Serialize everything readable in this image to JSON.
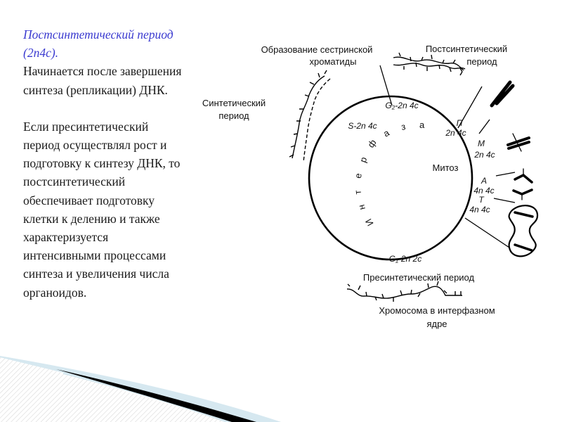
{
  "slide": {
    "text": {
      "heading": "Постсинтетический период (2n4c).",
      "intro": "Начинается после завершения синтеза (репликации) ДНК.",
      "body": "Если пресинтетический период осуществлял рост и подготовку к синтезу ДНК, то постсинтетический обеспечивает подготовку клетки к делению и также характеризуется интенсивными процессами синтеза и увеличения числа органоидов."
    },
    "diagram": {
      "labels": {
        "sister_chromatid": [
          "Образование сестринской",
          "хроматиды"
        ],
        "postsynthetic": [
          "Постсинтетический",
          "период"
        ],
        "synthetic": [
          "Синтетический",
          "период"
        ],
        "presynthetic": "Пресинтетический период",
        "interphase_chromosome": [
          "Хромосома в интерфазном",
          "ядре"
        ],
        "mitosis": "Митоз",
        "interphase_letters": [
          "И",
          "н",
          "т",
          "е",
          "р",
          "ф",
          "а",
          "з",
          "а"
        ]
      },
      "phases": {
        "g2": "G₂-2n 4c",
        "s": "S-2n 4c",
        "g1": "G₁-2n 2c",
        "prophase": [
          "П",
          "2n 4c"
        ],
        "metaphase": [
          "М",
          "2n 4c"
        ],
        "anaphase": [
          "А",
          "4n 4c"
        ],
        "telophase": [
          "Т",
          "4n 4c"
        ]
      }
    },
    "colors": {
      "heading": "#3b3bd0",
      "body_text": "#1a1a1a",
      "decor_blue": "#d6e8f0",
      "decor_black": "#000000"
    }
  }
}
